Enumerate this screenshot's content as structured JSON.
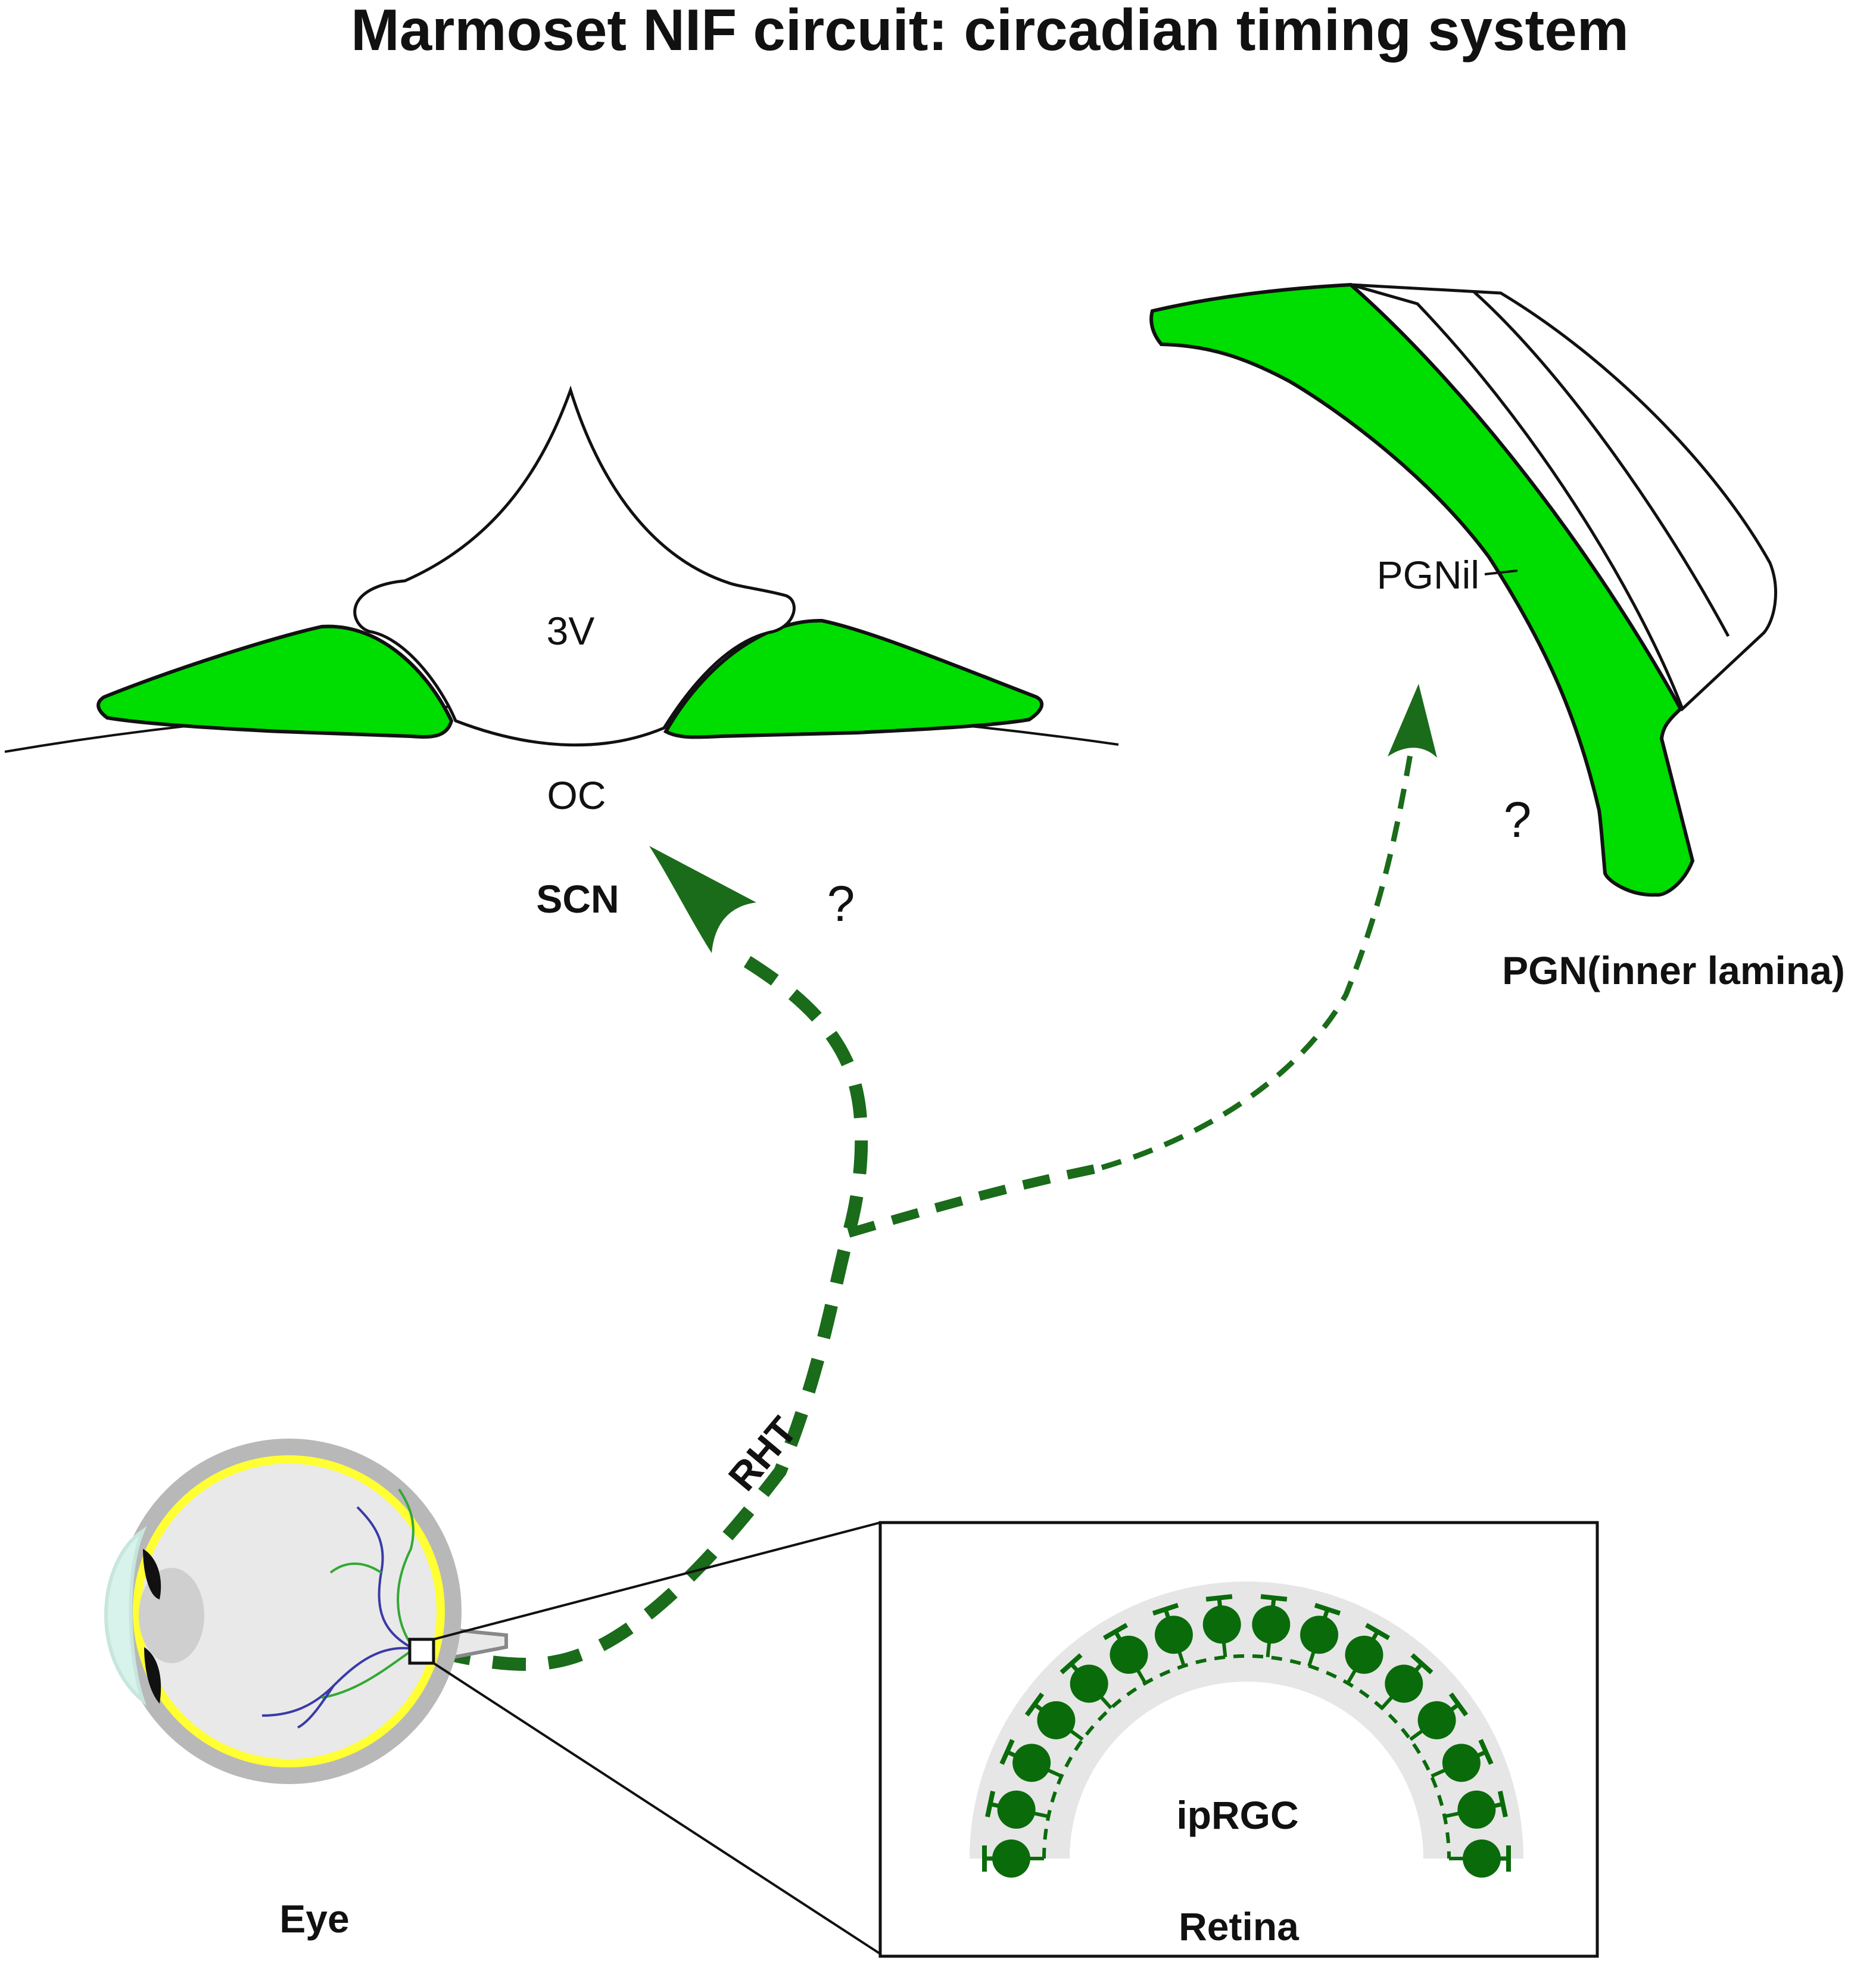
{
  "title": "Marmoset NIF circuit: circadian timing system",
  "labels": {
    "third_ventricle": "3V",
    "optic_chiasm": "OC",
    "scn": "SCN",
    "pgn_sublabel": "PGNil",
    "pgn": "PGN(inner lamina)",
    "rht": "RHT",
    "iprgc": "ipRGC",
    "eye": "Eye",
    "retina": "Retina",
    "scn_question": "?",
    "pgn_question": "?"
  },
  "colors": {
    "nucleus_fill": "#00dd00",
    "pathway": "#1a6b1a",
    "cell": "#0a6b0a",
    "retina_band": "#e6e6e6",
    "sclera": "#b8b8b8",
    "eyeball": "#e9e9e9",
    "retina_layer": "#ffff33"
  }
}
